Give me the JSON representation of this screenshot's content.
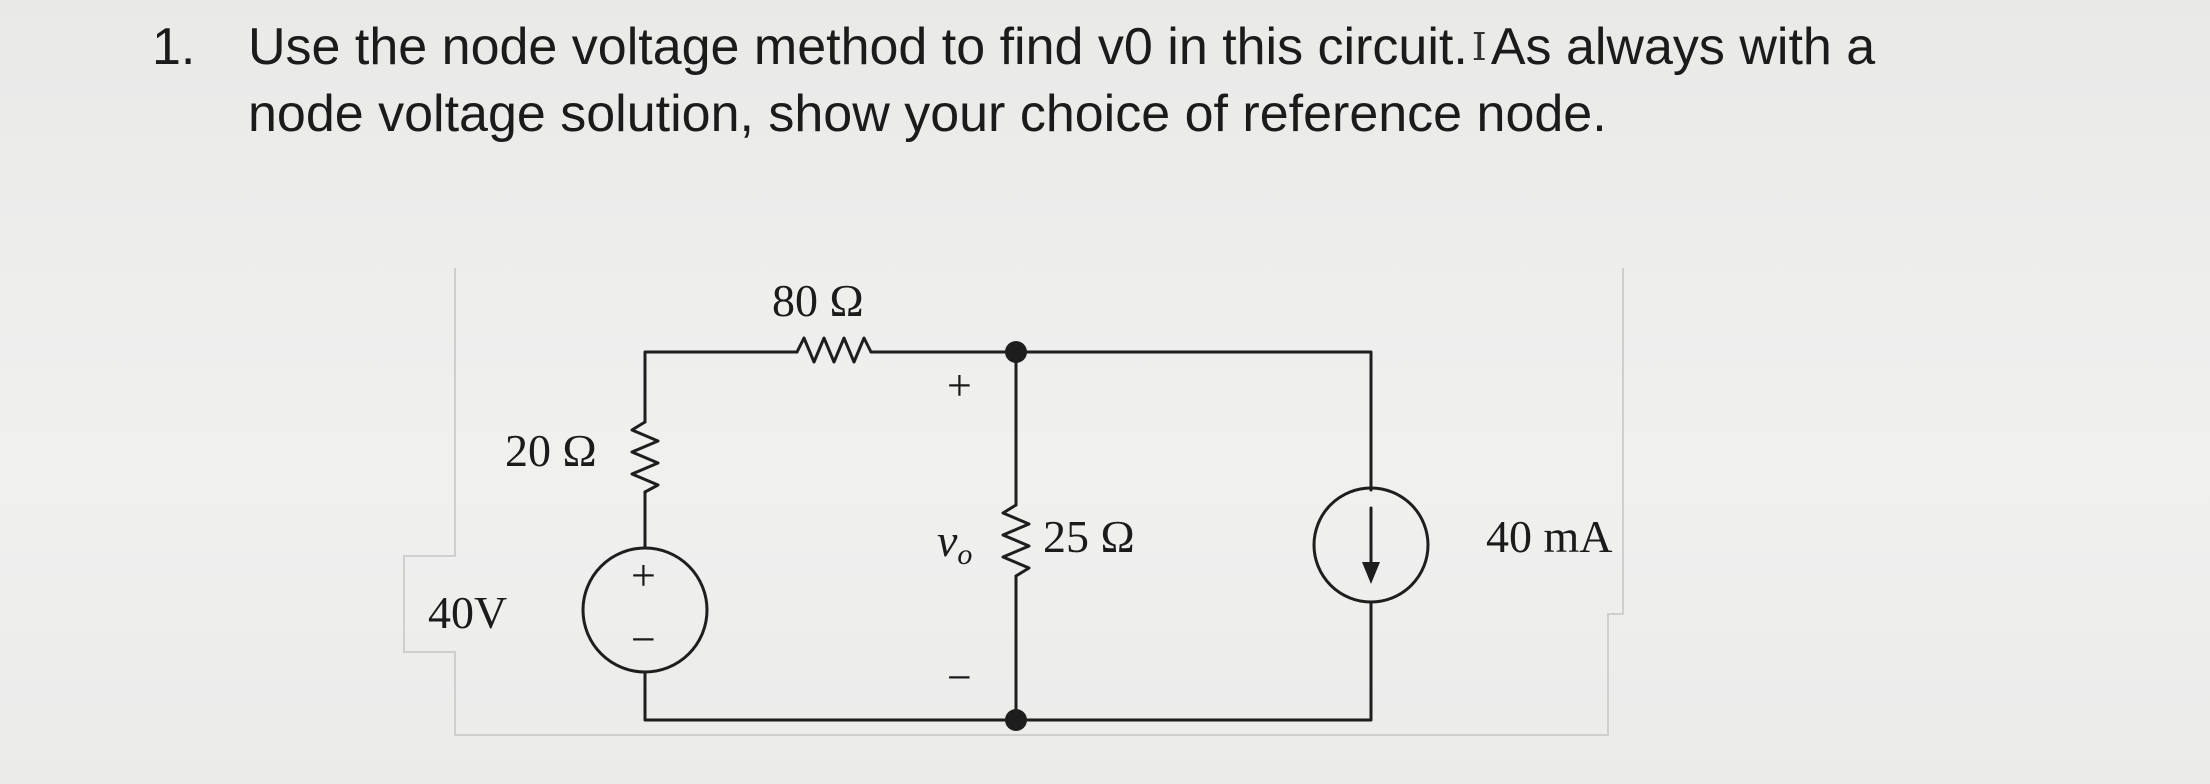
{
  "question": {
    "number": "1.",
    "line1_before_cursor": "Use the node voltage method to find v0 in this circuit.",
    "line1_after_cursor": "As always with a",
    "line2": "node voltage solution, show your choice of reference node."
  },
  "circuit": {
    "r_top_label": "80 Ω",
    "r_left_label": "20 Ω",
    "r_mid_label": "25 Ω",
    "source_voltage_label": "40V",
    "source_current_label": "40 mA",
    "vo_symbol": "v",
    "vo_subscript": "o",
    "plus_sign": "+",
    "minus_sign": "−"
  }
}
